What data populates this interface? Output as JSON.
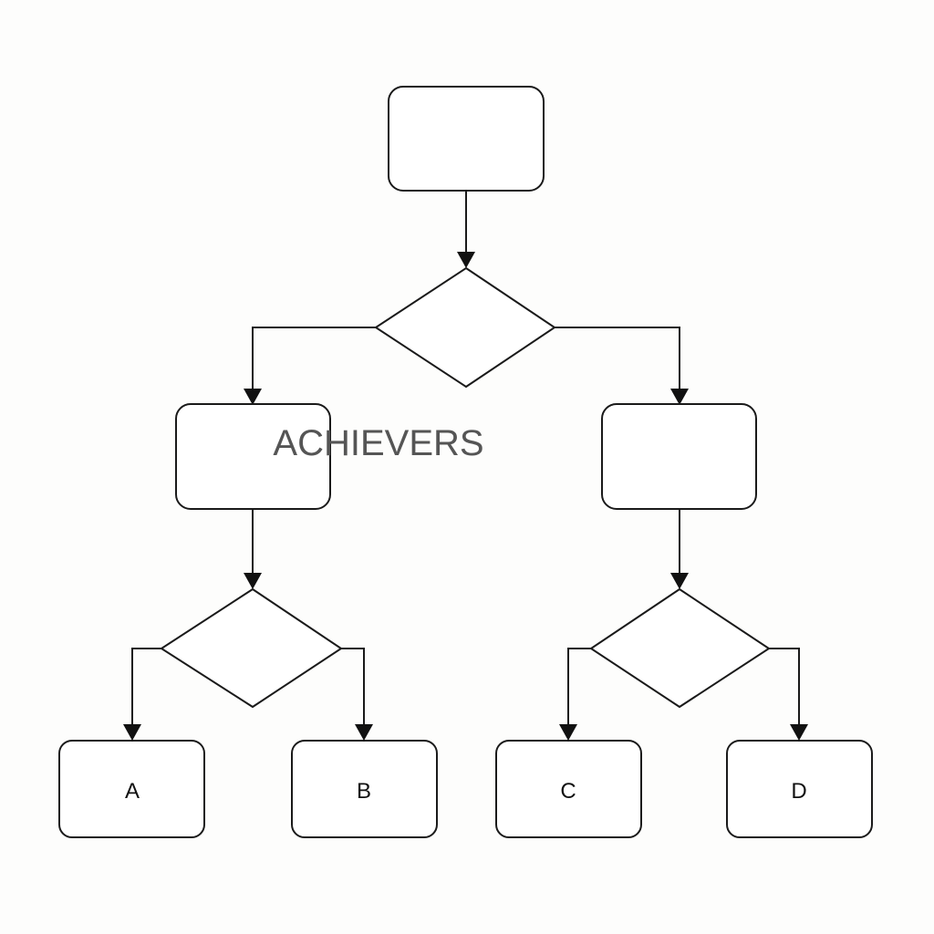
{
  "diagram": {
    "watermark": "ACHIEVERS",
    "nodes": {
      "start": {
        "label": ""
      },
      "decision_top": {
        "label": ""
      },
      "process_left": {
        "label": ""
      },
      "process_right": {
        "label": ""
      },
      "decision_left": {
        "label": ""
      },
      "decision_right": {
        "label": ""
      },
      "outcome_a": {
        "label": "A"
      },
      "outcome_b": {
        "label": "B"
      },
      "outcome_c": {
        "label": "C"
      },
      "outcome_d": {
        "label": "D"
      }
    },
    "colors": {
      "stroke": "#1a1a1a",
      "background": "#fdfdfc",
      "watermark": "#555555"
    }
  }
}
